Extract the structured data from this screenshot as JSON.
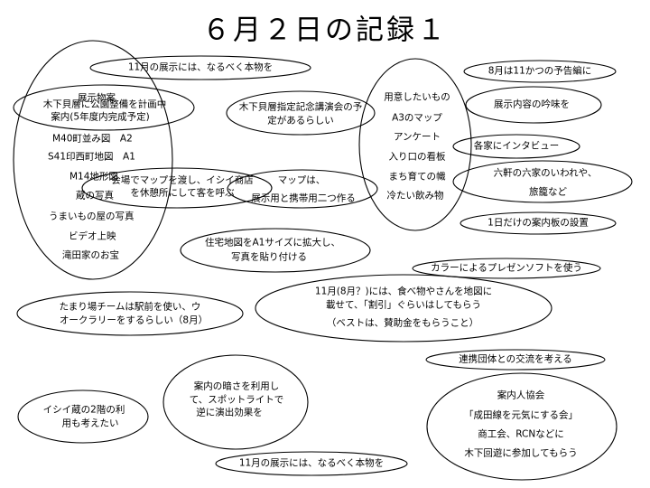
{
  "title": "６月２日の記録１",
  "nodes": {
    "n1": "11月の展示には、なるべく本物を",
    "n2": "8月は11かつの予告編に",
    "n3": "展示物案",
    "n4": "木下貝層に公園整備を計画中",
    "n5": "案内(5年度内完成予定)",
    "n6": "木下貝層指定記念講演会の予",
    "n7": "定があるらしい",
    "n8": "用意したいもの",
    "n9": "A3のマップ",
    "n10": "アンケート",
    "n11": "入り口の看板",
    "n12": "まち育ての幟",
    "n13": "冷たい飲み物",
    "n14": "展示内容の吟味を",
    "n15": "M40町並み図　A2",
    "n16": "S41印西町地図　A1",
    "n17": "M14地形図",
    "n18": "蔵の写真",
    "n19": "会場でマップを渡し、イシイ商店",
    "n20": "を休憩所にして客を呼ぶ",
    "n21": "マップは、",
    "n22": "展示用と携帯用二つ作る",
    "n23": "各家にインタビュー",
    "n24": "六軒の六家のいわれや、",
    "n25": "旅籠など",
    "n26": "うまいもの屋の写真",
    "n27": "ビデオ上映",
    "n28": "滝田家のお宝",
    "n29": "1日だけの案内板の設置",
    "n30": "住宅地図をA1サイズに拡大し、",
    "n31": "写真を貼り付ける",
    "n32": "カラーによるプレゼンソフトを使う",
    "n33": "11月(8月？)には、食べ物やさんを地図に",
    "n34": "載せて、「割引」ぐらいはしてもらう",
    "n35": "（ベストは、賛助金をもらうこと）",
    "n36": "たまり場チームは駅前を使い、ウ",
    "n37": "オークラリーをするらしい（8月）",
    "n38": "連携団体との交流を考える",
    "n39": "案内の暗さを利用し",
    "n40": "て、スポットライトで",
    "n41": "逆に演出効果を",
    "n42": "イシイ蔵の2階の利",
    "n43": "用も考えたい",
    "n44": "案内人協会",
    "n45": "「成田線を元気にする会」",
    "n46": "商工会、RCNなどに",
    "n47": "木下回遊に参加してもらう",
    "n48": "11月の展示には、なるべく本物を"
  }
}
